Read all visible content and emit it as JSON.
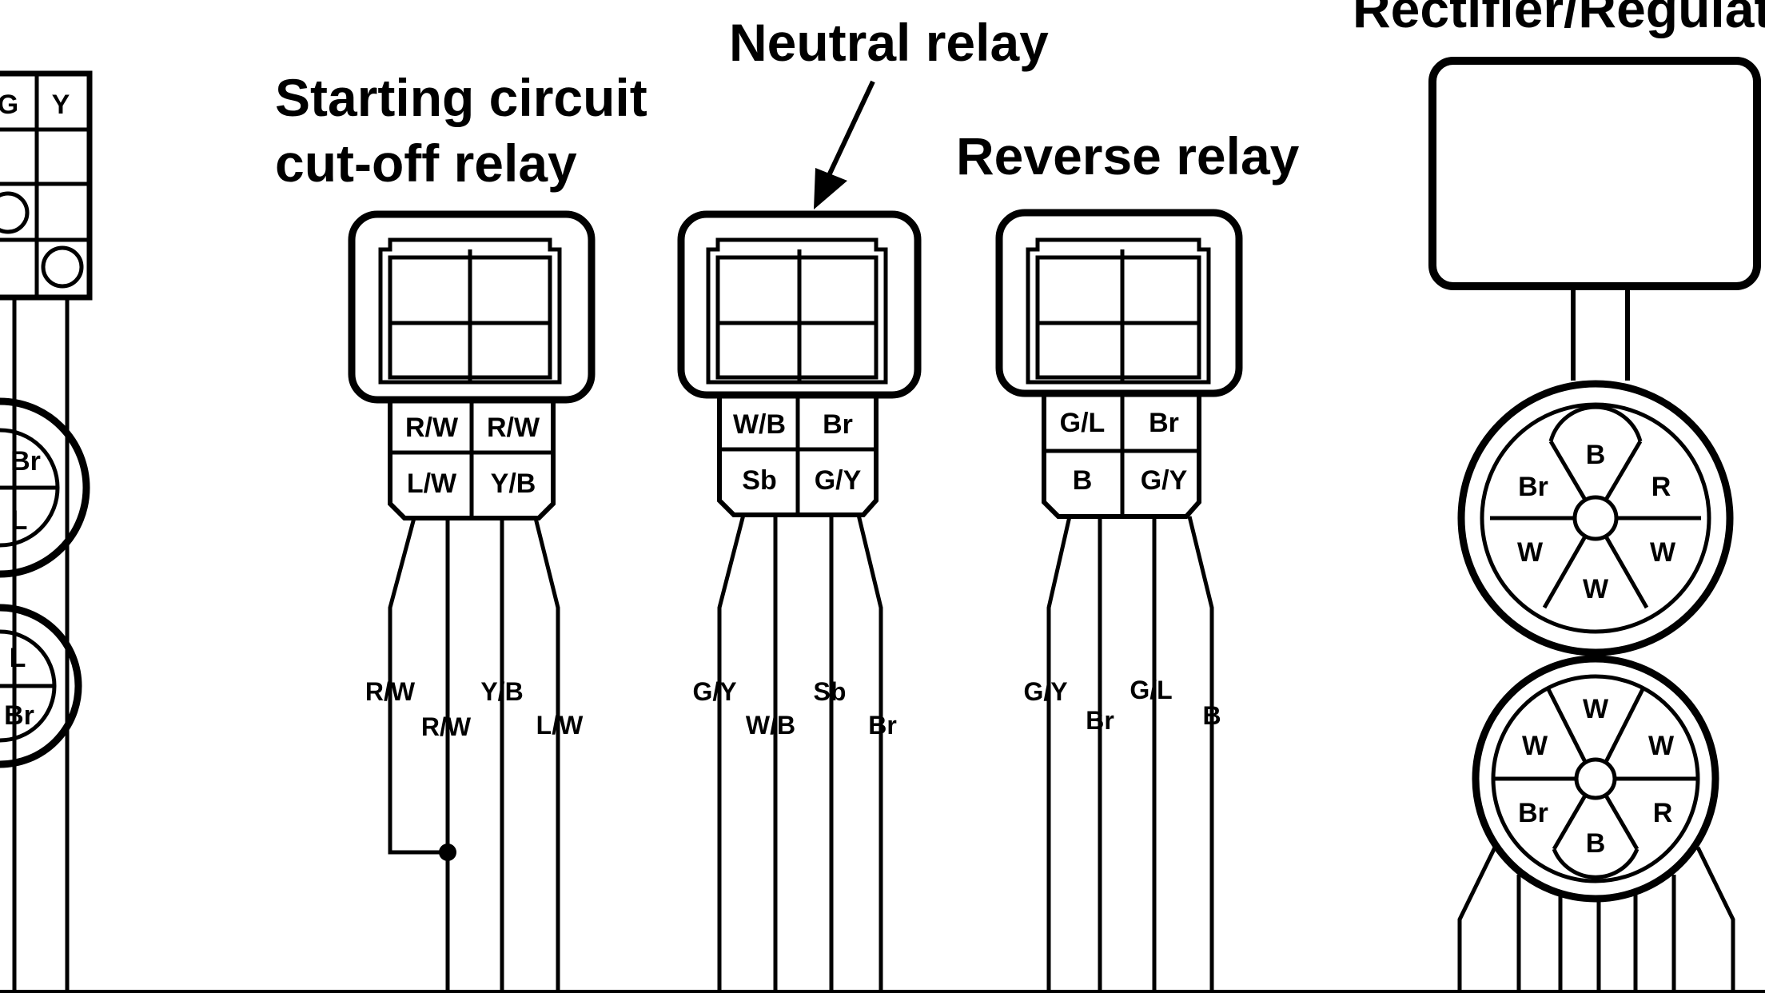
{
  "labels": {
    "rectifier_regulator": "Rectifier/Regulator",
    "neutral_relay": "Neutral relay",
    "starting_relay_line1": "Starting circuit",
    "starting_relay_line2": "cut-off relay",
    "reverse_relay": "Reverse relay"
  },
  "left_connectors": {
    "grid_top": [
      "G",
      "Y"
    ],
    "round_upper": [
      "Br",
      "L"
    ],
    "round_lower": [
      "L",
      "Br"
    ]
  },
  "relays": [
    {
      "id": "starting",
      "pins": [
        "R/W",
        "R/W",
        "L/W",
        "Y/B"
      ],
      "wires": [
        "R/W",
        "R/W",
        "Y/B",
        "L/W"
      ]
    },
    {
      "id": "neutral",
      "pins": [
        "W/B",
        "Br",
        "Sb",
        "G/Y"
      ],
      "wires": [
        "G/Y",
        "W/B",
        "Sb",
        "Br"
      ]
    },
    {
      "id": "reverse",
      "pins": [
        "G/L",
        "Br",
        "B",
        "G/Y"
      ],
      "wires": [
        "G/Y",
        "Br",
        "G/L",
        "B"
      ]
    }
  ],
  "rectifier_connectors": {
    "upper": [
      "B",
      "Br",
      "R",
      "W",
      "W",
      "W"
    ],
    "lower": [
      "W",
      "W",
      "W",
      "Br",
      "R",
      "B"
    ]
  }
}
